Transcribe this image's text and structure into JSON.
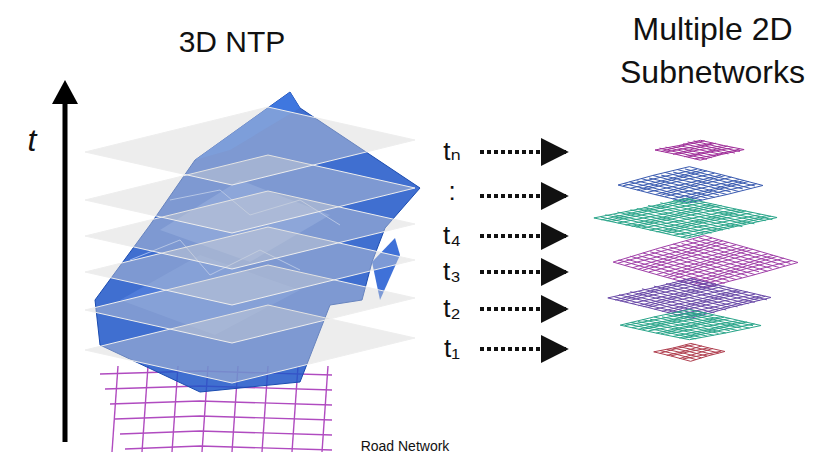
{
  "diagram": {
    "labels": [
      "3D NTP",
      "Multiple 2D Subnetworks",
      "t",
      "tₙ",
      ":",
      "t₄",
      "t₃",
      "t₂",
      "t₁",
      "Road Network"
    ]
  }
}
